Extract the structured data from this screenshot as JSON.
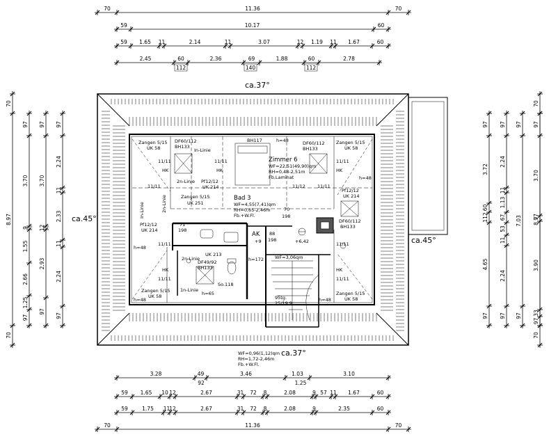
{
  "dims": {
    "top": [
      [
        "70",
        "11.36",
        "70"
      ],
      [
        "59",
        "10.17",
        "60"
      ],
      [
        "59",
        "1.65",
        "11",
        "2.14",
        "11",
        "3.07",
        "12",
        "1.19",
        "11",
        "1.67",
        "60"
      ],
      [
        "2.45",
        "60",
        "2.36",
        "69",
        "1.88",
        "60",
        "2.78"
      ],
      [
        "112",
        "140",
        "112"
      ]
    ],
    "bottom": [
      [
        "3.28",
        "49",
        "3.46",
        "1.03",
        "3.10"
      ],
      [
        "92",
        "1.25"
      ],
      [
        "59",
        "1.65",
        "10",
        "12",
        "2.67",
        "31",
        "72",
        "8",
        "2.08",
        "9",
        "57",
        "11",
        "1.67",
        "60"
      ],
      [
        "59",
        "1.75",
        "11",
        "12",
        "2.67",
        "31",
        "72",
        "8",
        "2.08",
        "9",
        "2.35",
        "60"
      ],
      [
        "70",
        "11.36",
        "70"
      ]
    ],
    "left": [
      [
        "70",
        "8.97",
        "70"
      ],
      [
        "97",
        "3.70",
        "9",
        "1.55",
        "2.66",
        "1.25",
        "97"
      ],
      [
        "97",
        "3.70",
        "12",
        "2.93",
        "97"
      ],
      [
        "97",
        "2.24",
        "11",
        "2.33",
        "11",
        "2.24",
        "97"
      ]
    ],
    "right": [
      [
        "97",
        "3.72",
        "60",
        "112",
        "4.65",
        "97"
      ],
      [
        "97",
        "2.24",
        "11",
        "1.13",
        "67",
        "53",
        "11",
        "2.24",
        "97"
      ],
      [
        "97",
        "7.03",
        "97"
      ],
      [
        "97",
        "3.70",
        "7",
        "3.90",
        "33",
        "97"
      ],
      [
        "70",
        "8.97",
        "70"
      ]
    ]
  },
  "pitch": {
    "top": "ca.37°",
    "bottom": "ca.37°",
    "left": "ca.45°",
    "right": "ca.45°"
  },
  "rooms": {
    "zimmer": {
      "name": "Zimmer 6",
      "wf": "WF=22,51(49,90)qm",
      "rh": "RH=0,48-2,51m",
      "floor": "Fb.Laminat"
    },
    "bad": {
      "name": "Bad 3",
      "wf": "WF=4,55(7,41)qm",
      "rh": "RH=0,65-2,46m",
      "floor": "Fb.+W.Fl."
    },
    "ak": {
      "name": "AK"
    },
    "stair": {
      "wf": "WF=3,06qm",
      "steps": "95tg.",
      "rise": "25/19,9"
    },
    "landing": {
      "wf": "WF=0,96(1,12)qm",
      "rh": "RH=1,72-2,46m",
      "floor": "Fb.+W.Fl."
    }
  },
  "labels": {
    "zangen_tl": "Zangen 5/15",
    "uk58_tl": "UK 58",
    "df_tl": "DF60/112",
    "bh_tl": "BH133",
    "inlinie_tl": "In-Linie",
    "hk": "HK",
    "eleven": "11/11",
    "bh117": "BH117",
    "h48": "h=48",
    "df_tr": "DF60/112",
    "bh_tr": "BH133",
    "zangen_tr": "Zangen 5/15",
    "uk58_tr": "UK 58",
    "pf_l": "Pf12/12",
    "uk214_l": "UK 214",
    "pf_tr": "Pf12/12",
    "uk214_tr": "UK 214",
    "pf_ml": "Pf12/12",
    "uk214_ml": "UK 214",
    "zn_linie": "2n-Linie",
    "zangen_mid": "Zangen 5/15",
    "uk251": "UK 251",
    "eleven12": "11/12",
    "h70": "70",
    "h198": "198",
    "v71": "71",
    "v198": "198",
    "v88": "88",
    "v198b": "198",
    "plus9": "+9",
    "plus642": "+6,42",
    "uk213": "UK 213",
    "h172": "h=172",
    "df_br": "DF60/112",
    "bh_br": "BH133",
    "df4992": "DF49/92",
    "bh133b": "BH133",
    "so118": "So.118",
    "h65": "h=65",
    "h48b": "h=48",
    "h48c": "h=48",
    "h48d": "h=48",
    "zangen_bl": "Zangen 5/15",
    "uk58_bl": "UK 58",
    "zangen_br": "Zangen 5/15",
    "uk58_br": "UK 58",
    "inlinie_bl": "1n-Linie",
    "zn_linie_b": "2n-Linie",
    "inlinie_v": "In-Linie",
    "zn_linie_v": "2n-Linie"
  }
}
